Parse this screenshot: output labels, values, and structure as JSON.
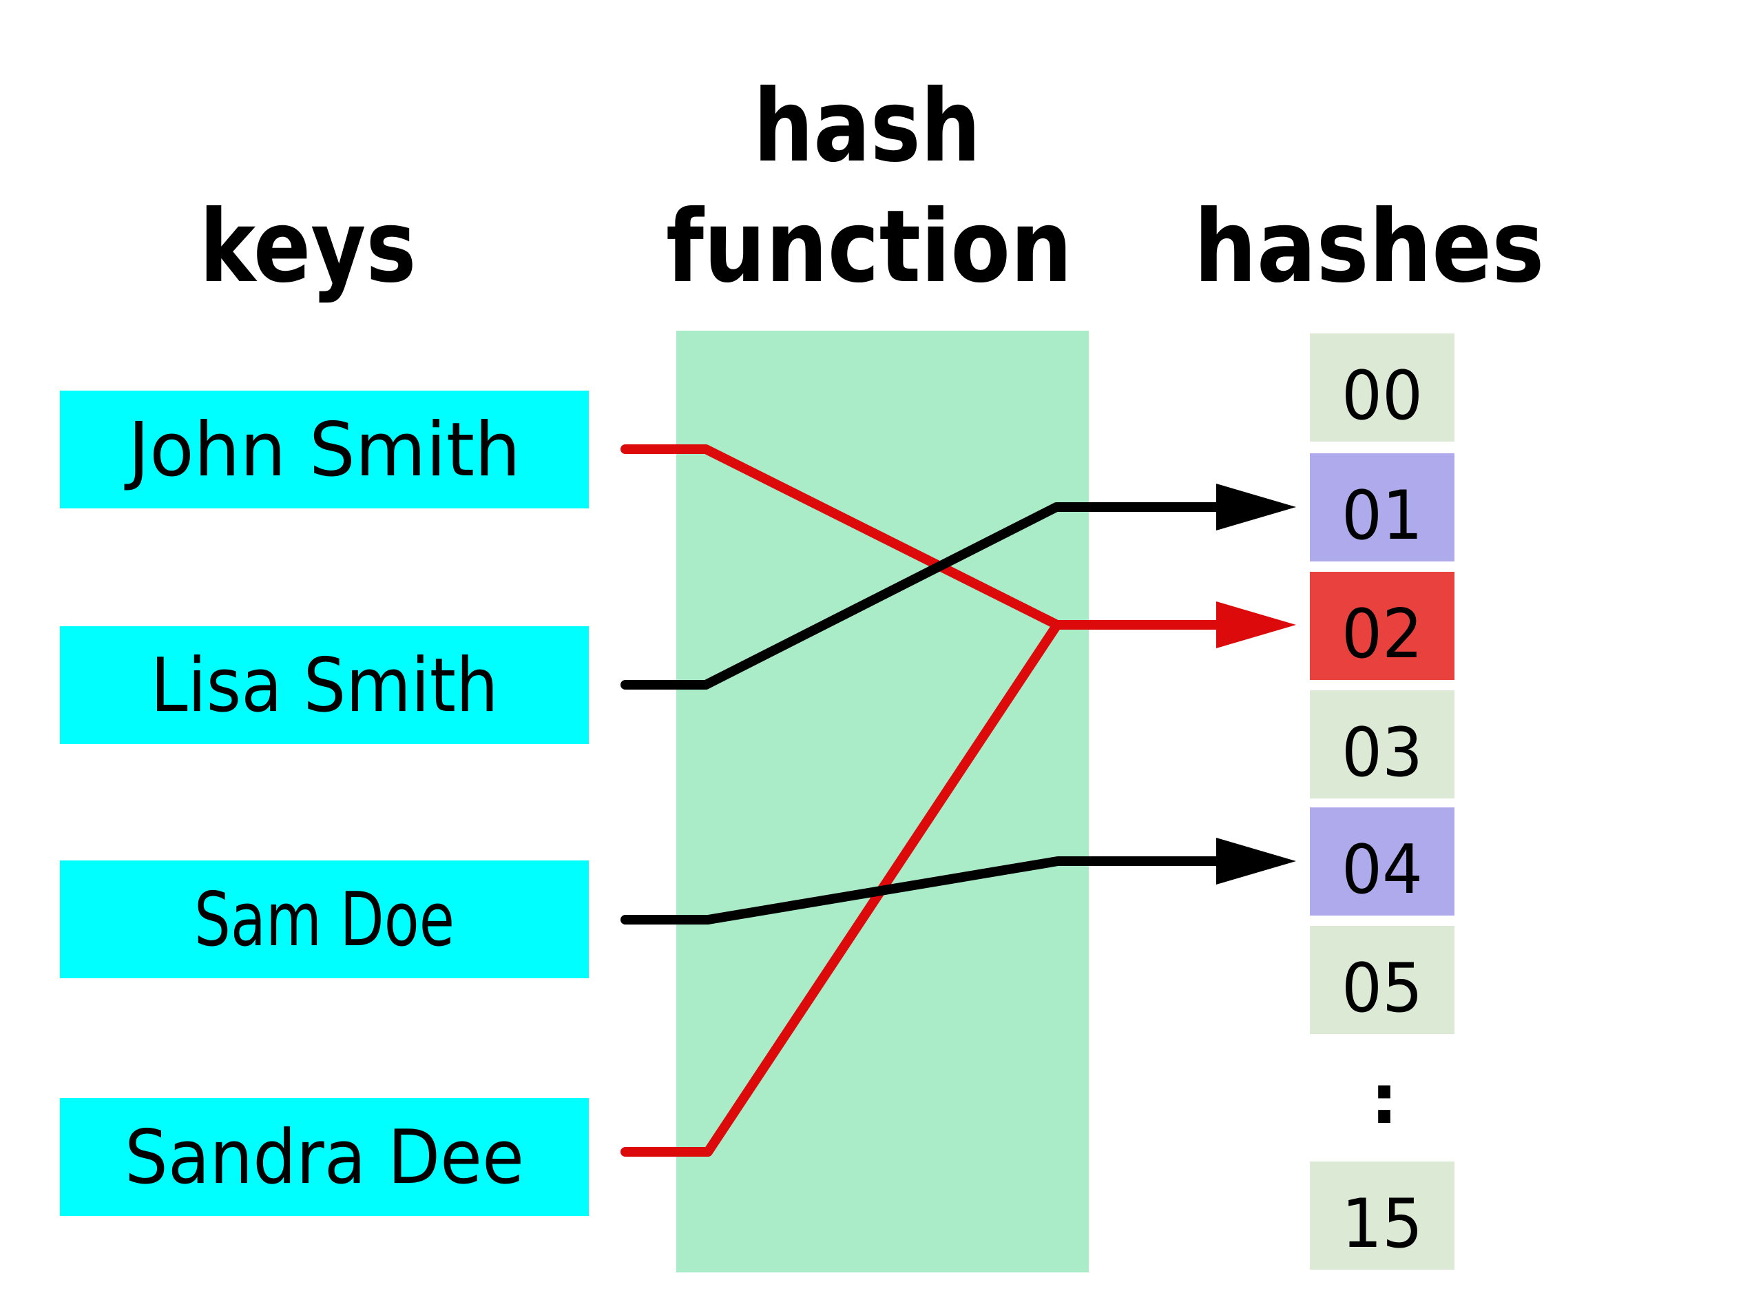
{
  "diagram": {
    "title_hash_line1": "hash",
    "title_hash_line2": "function",
    "title_keys": "keys",
    "title_hashes": "hashes",
    "keys": [
      {
        "label": "John Smith"
      },
      {
        "label": "Lisa Smith"
      },
      {
        "label": "Sam Doe"
      },
      {
        "label": "Sandra Dee"
      }
    ],
    "buckets": [
      {
        "label": "00",
        "fill": "#dcead5",
        "state": "empty"
      },
      {
        "label": "01",
        "fill": "#aeaaec",
        "state": "occupied"
      },
      {
        "label": "02",
        "fill": "#e9423e",
        "state": "collision"
      },
      {
        "label": "03",
        "fill": "#dcead5",
        "state": "empty"
      },
      {
        "label": "04",
        "fill": "#aeaaec",
        "state": "occupied"
      },
      {
        "label": "05",
        "fill": "#dcead5",
        "state": "empty"
      },
      {
        "label": "15",
        "fill": "#dcead5",
        "state": "empty"
      }
    ],
    "ellipsis": ":",
    "colors": {
      "key_box": "#00ffff",
      "hash_function_box": "#aaecc8",
      "bucket_empty": "#dcead5",
      "bucket_occupied": "#aeaaec",
      "bucket_collision": "#e9423e",
      "line_black": "#000000",
      "line_red": "#dc0a0a"
    },
    "mappings": [
      {
        "key": "John Smith",
        "bucket": "02",
        "line": "red"
      },
      {
        "key": "Lisa Smith",
        "bucket": "01",
        "line": "black"
      },
      {
        "key": "Sam Doe",
        "bucket": "04",
        "line": "black"
      },
      {
        "key": "Sandra Dee",
        "bucket": "02",
        "line": "red"
      }
    ]
  }
}
